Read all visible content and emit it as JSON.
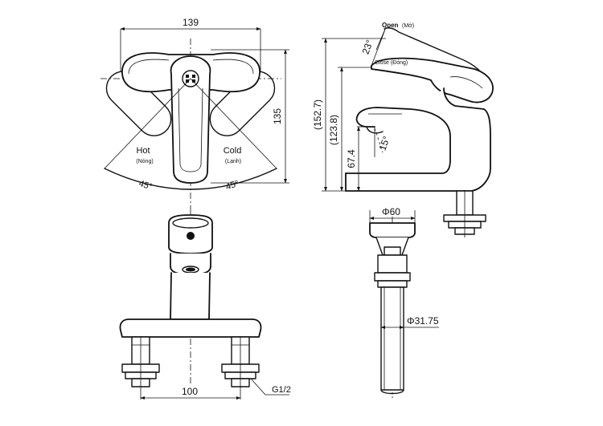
{
  "top_view": {
    "width_dim": "139",
    "height_dim": "135",
    "hot_label": "Hot",
    "hot_sub": "(Nóng)",
    "cold_label": "Cold",
    "cold_sub": "(Lạnh)",
    "angle_left": "45°",
    "angle_right": "45°"
  },
  "side_view": {
    "open_label": "Open",
    "open_sub": "(Mở)",
    "close_label": "Close (Đóng)",
    "lever_angle": "23°",
    "spout_angle": "15°",
    "total_height": "(152.7)",
    "body_height": "(123.8)",
    "spout_height": "67.4"
  },
  "front_view": {
    "center_dim": "100",
    "thread_label": "G1/2"
  },
  "drain_view": {
    "top_dia": "Φ60",
    "pipe_dia": "Φ31.75"
  }
}
